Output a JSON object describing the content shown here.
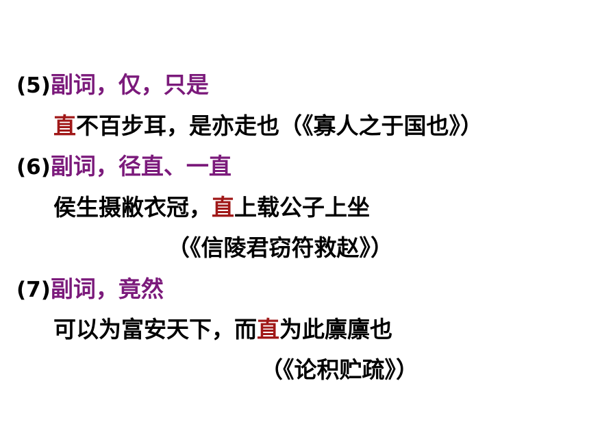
{
  "colors": {
    "definition": "#7b1a7b",
    "keyword": "#a01818",
    "text": "#000000"
  },
  "entries": [
    {
      "number": "(5)",
      "definition": "副词，仅，只是",
      "example": {
        "before": "",
        "keyword": "直",
        "after": "不百步耳，是亦走也（《寡人之于国也》）"
      }
    },
    {
      "number": "(6)",
      "definition": "副词，径直、一直",
      "example": {
        "before": "侯生摄敝衣冠，",
        "keyword": "直",
        "after": "上载公子上坐"
      },
      "source": "（《信陵君窃符救赵》）"
    },
    {
      "number": "(7)",
      "definition": "副词，竟然",
      "example": {
        "before": "可以为富安天下，而",
        "keyword": "直",
        "after": "为此廪廪也"
      },
      "source": "（《论积贮疏》）"
    }
  ]
}
